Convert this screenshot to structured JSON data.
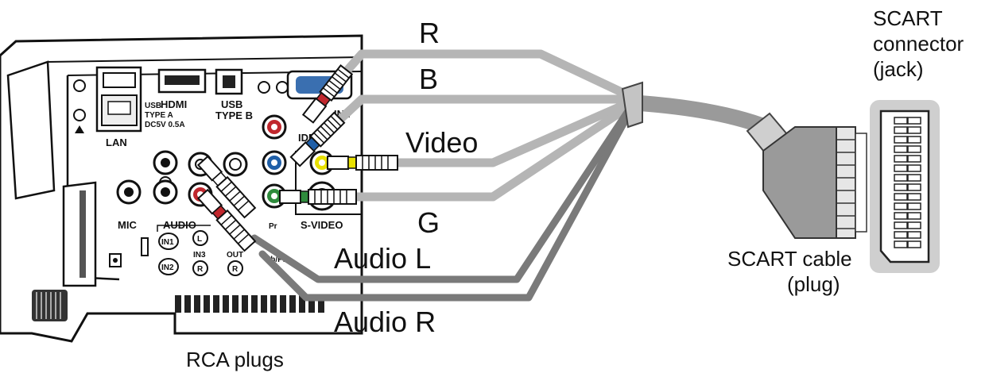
{
  "labels": {
    "r": "R",
    "b": "B",
    "video": "Video",
    "g": "G",
    "audio_l": "Audio L",
    "audio_r": "Audio R",
    "rca_plugs": "RCA plugs",
    "scart_connector": [
      "SCART",
      "connector",
      "(jack)"
    ],
    "scart_cable": [
      "SCART cable",
      "(plug)"
    ]
  },
  "panel": {
    "lan": "LAN",
    "usb_a": [
      "USB",
      "TYPE A",
      "DC5V 0.5A"
    ],
    "hdmi": "HDMI",
    "usb_b": [
      "USB",
      "TYPE B"
    ],
    "mic": "MIC",
    "audio": "AUDIO",
    "in1": "IN1",
    "in2": "IN2",
    "in3": "IN3",
    "out": "OUT",
    "l": "L",
    "r": "R",
    "svideo": "S-VIDEO",
    "compo_in1": "IN1",
    "ideo": "IDEO",
    "pr": "Pr",
    "cbpb": "Cb/Pb"
  },
  "colors": {
    "cable": "#9a9a9a",
    "cable_dark": "#7a7a7a",
    "jack_red": "#c0272d",
    "jack_blue": "#1f5fa8",
    "jack_green": "#2e8b3c",
    "jack_yellow": "#e8e000",
    "scart_bg": "#cfcfcf"
  }
}
